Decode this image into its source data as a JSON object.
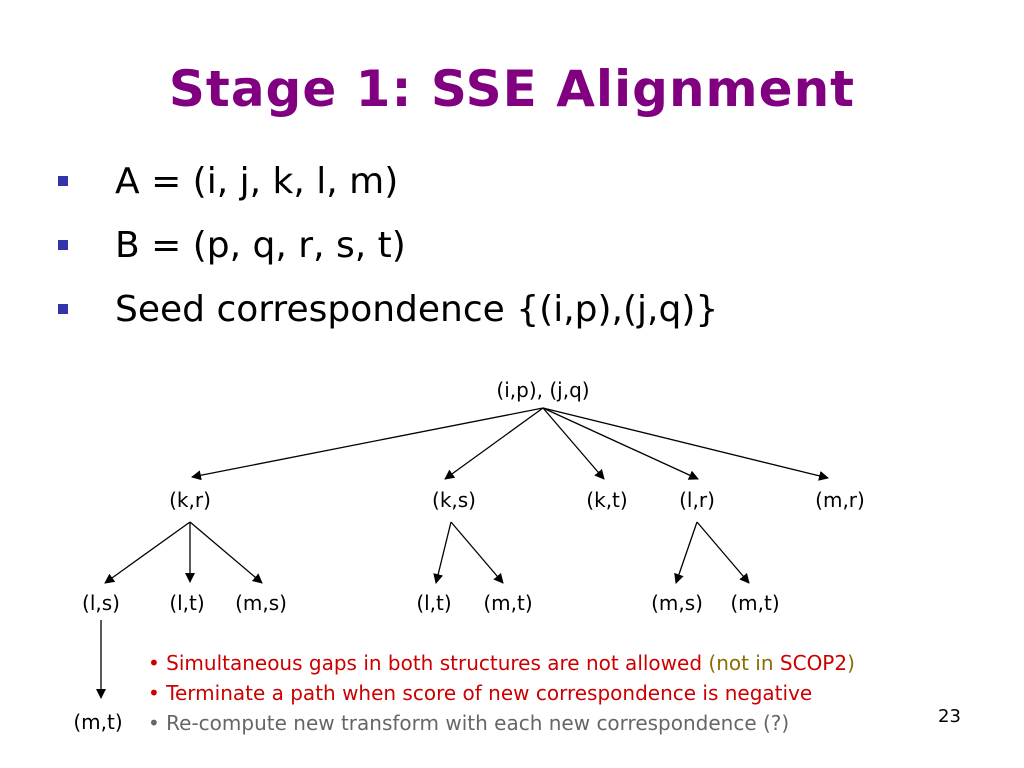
{
  "title": "Stage 1: SSE Alignment",
  "bullets": [
    "A = (i, j, k, l, m)",
    "B = (p, q, r, s, t)",
    "Seed correspondence {(i,p),(j,q)}"
  ],
  "tree": {
    "root": "(i,p), (j,q)",
    "level1": [
      "(k,r)",
      "(k,s)",
      "(k,t)",
      "(l,r)",
      "(m,r)"
    ],
    "level2": [
      "(l,s)",
      "(l,t)",
      "(m,s)",
      "(l,t)",
      "(m,t)",
      "(m,s)",
      "(m,t)"
    ],
    "level3": [
      "(m,t)"
    ]
  },
  "notes": {
    "note1_main": "• Simultaneous gaps in both structures are not allowed ",
    "note1_paren_open": "(not in ",
    "note1_scop": "SCOP2",
    "note1_paren_close": ")",
    "note2": "• Terminate a path when score of new correspondence is negative",
    "note3": "• Re-compute new transform with each new correspondence (?)"
  },
  "page_number": "23",
  "colors": {
    "title": "#800080",
    "bullet": "#3333aa",
    "red": "#cc0000",
    "olive": "#8b6d00",
    "grey": "#666666"
  }
}
